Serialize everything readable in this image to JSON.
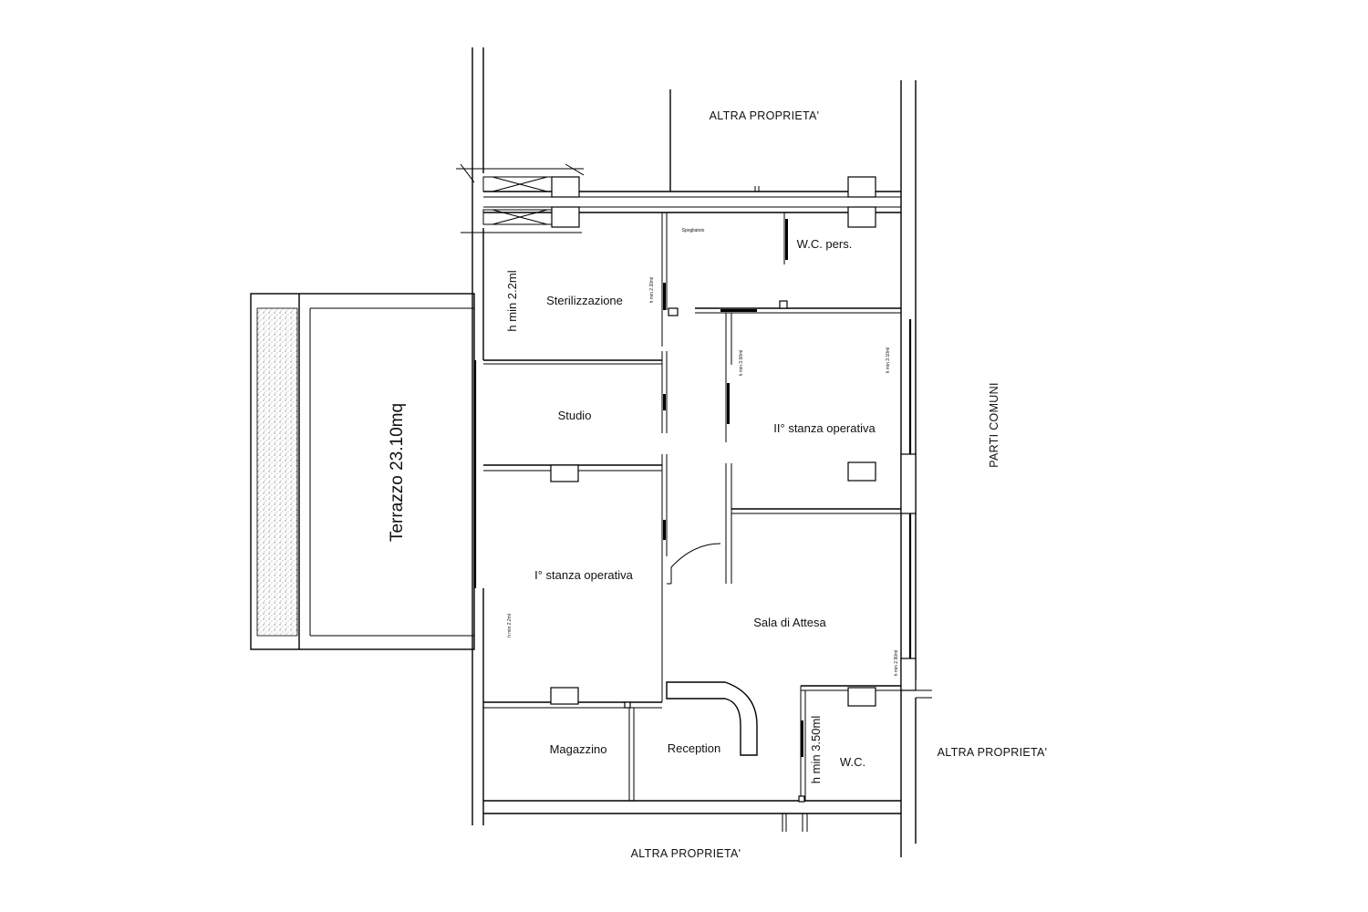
{
  "plan": {
    "terrace_label": "Terrazzo 23.10mq",
    "rooms": {
      "sterilizzazione": "Sterilizzazione",
      "studio": "Studio",
      "stanza_operativa_1": "I° stanza operativa",
      "stanza_operativa_2": "II° stanza operativa",
      "sala_attesa": "Sala di Attesa",
      "magazzino": "Magazzino",
      "reception": "Reception",
      "wc_pers": "W.C. pers.",
      "wc": "W.C.",
      "spogliatoio": "Spogliatoio"
    },
    "neighbors": {
      "top": "ALTRA PROPRIETA'",
      "right": "ALTRA PROPRIETA'",
      "bottom": "ALTRA PROPRIETA'",
      "common": "PARTI COMUNI"
    },
    "heights": {
      "sterilizzazione": "h min 2.2ml",
      "sterilizzazione_door": "h min 2.20ml",
      "corridor": "h min 3.00ml",
      "stanza_2": "h min 3.10ml",
      "stanza_1": "h min 2.2ml",
      "sala_attesa": "h min 2.90ml",
      "wc": "h min 3.50ml"
    }
  }
}
